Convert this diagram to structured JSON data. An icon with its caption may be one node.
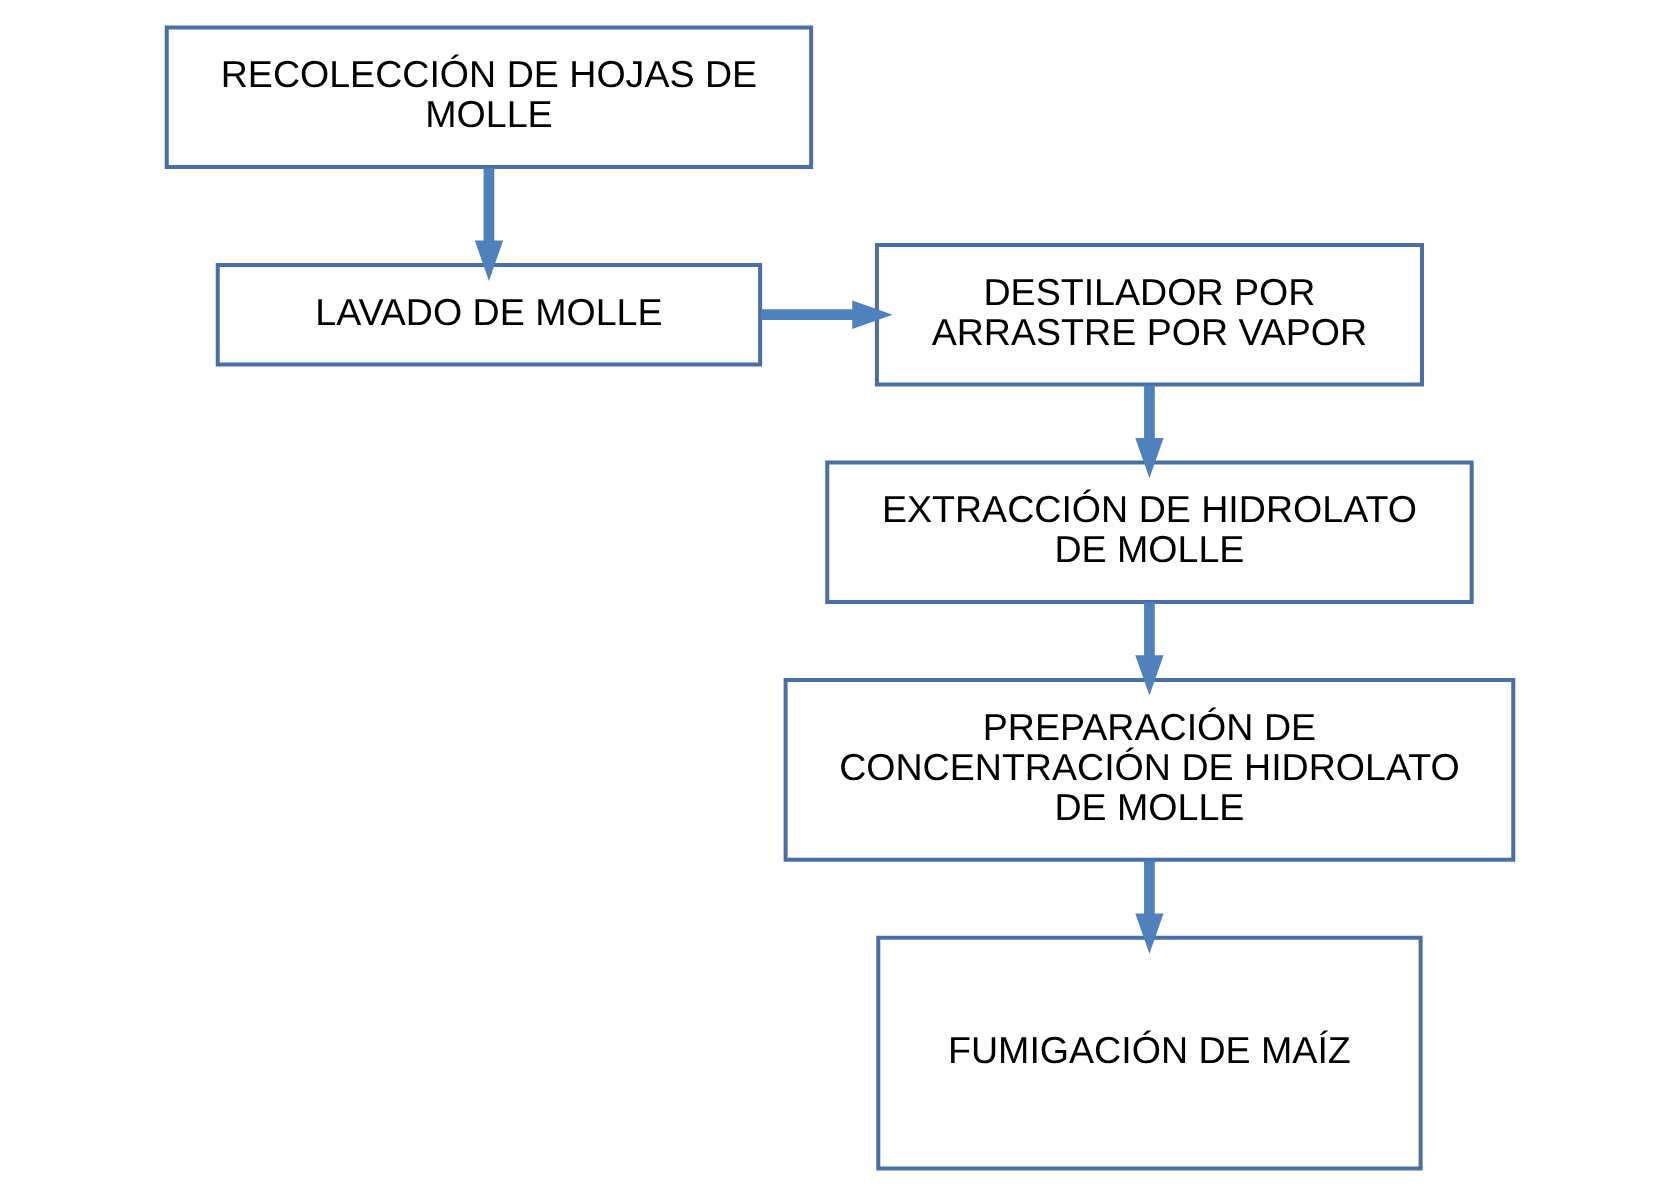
{
  "diagram": {
    "nodes": [
      {
        "text": [
          "RECOLECCIÓN DE HOJAS DE MOLLE"
        ]
      },
      {
        "text": [
          "LAVADO DE MOLLE"
        ]
      },
      {
        "text": [
          "DESTILADOR POR ARRASTRE POR VAPOR"
        ]
      },
      {
        "text": [
          "EXTRACCIÓN DE HIDROLATO DE MOLLE"
        ]
      },
      {
        "text": [
          "PREPARACIÓN DE CONCENTRACIÓN DE HIDROLATO DE MOLLE"
        ]
      },
      {
        "text": [
          "FUMIGACIÓN DE MAÍZ"
        ]
      }
    ],
    "edges": [
      {
        "from": 0,
        "to": 1,
        "arrow": "to"
      },
      {
        "from": 1,
        "to": 2,
        "arrow": "to"
      },
      {
        "from": 2,
        "to": 3,
        "arrow": "to"
      },
      {
        "from": 3,
        "to": 4,
        "arrow": "to"
      },
      {
        "from": 4,
        "to": 5,
        "arrow": "to"
      }
    ]
  }
}
